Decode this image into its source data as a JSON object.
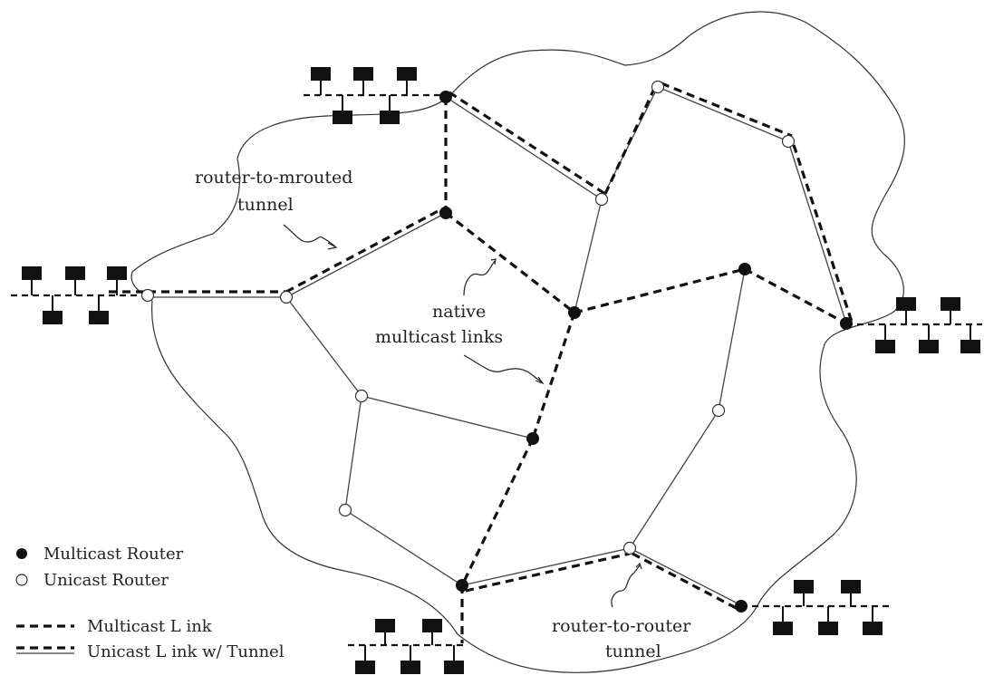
{
  "labels": {
    "router_to_mrouted": [
      "router-to-mrouted",
      "tunnel"
    ],
    "native_multicast": [
      "native",
      "multicast links"
    ],
    "router_to_router": [
      "router-to-router",
      "tunnel"
    ]
  },
  "legend": {
    "multicast_router": "Multicast Router",
    "unicast_router": "Unicast Router",
    "multicast_link": "Multicast L ink",
    "unicast_link_tunnel": "Unicast  L ink w/ Tunnel"
  },
  "colors": {
    "line": "#111111",
    "background": "#ffffff"
  }
}
